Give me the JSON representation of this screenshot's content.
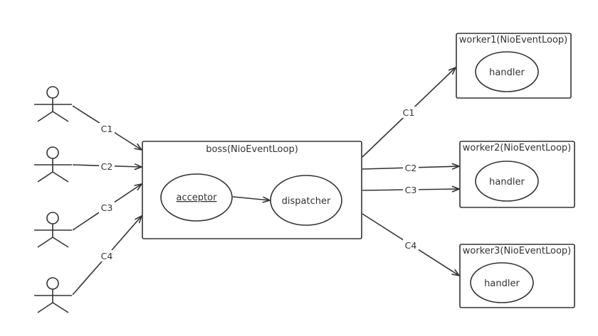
{
  "clients": [
    "C1",
    "C2",
    "C3",
    "C4"
  ],
  "boss": {
    "title": "boss(NioEventLoop)",
    "acceptor": "acceptor",
    "dispatcher": "dispatcher"
  },
  "workers": [
    {
      "title": "worker1(NioEventLoop)",
      "handler": "handler"
    },
    {
      "title": "worker2(NioEventLoop)",
      "handler": "handler"
    },
    {
      "title": "worker3(NioEventLoop)",
      "handler": "handler"
    }
  ],
  "dispatch_labels": [
    "C1",
    "C2",
    "C3",
    "C4"
  ]
}
